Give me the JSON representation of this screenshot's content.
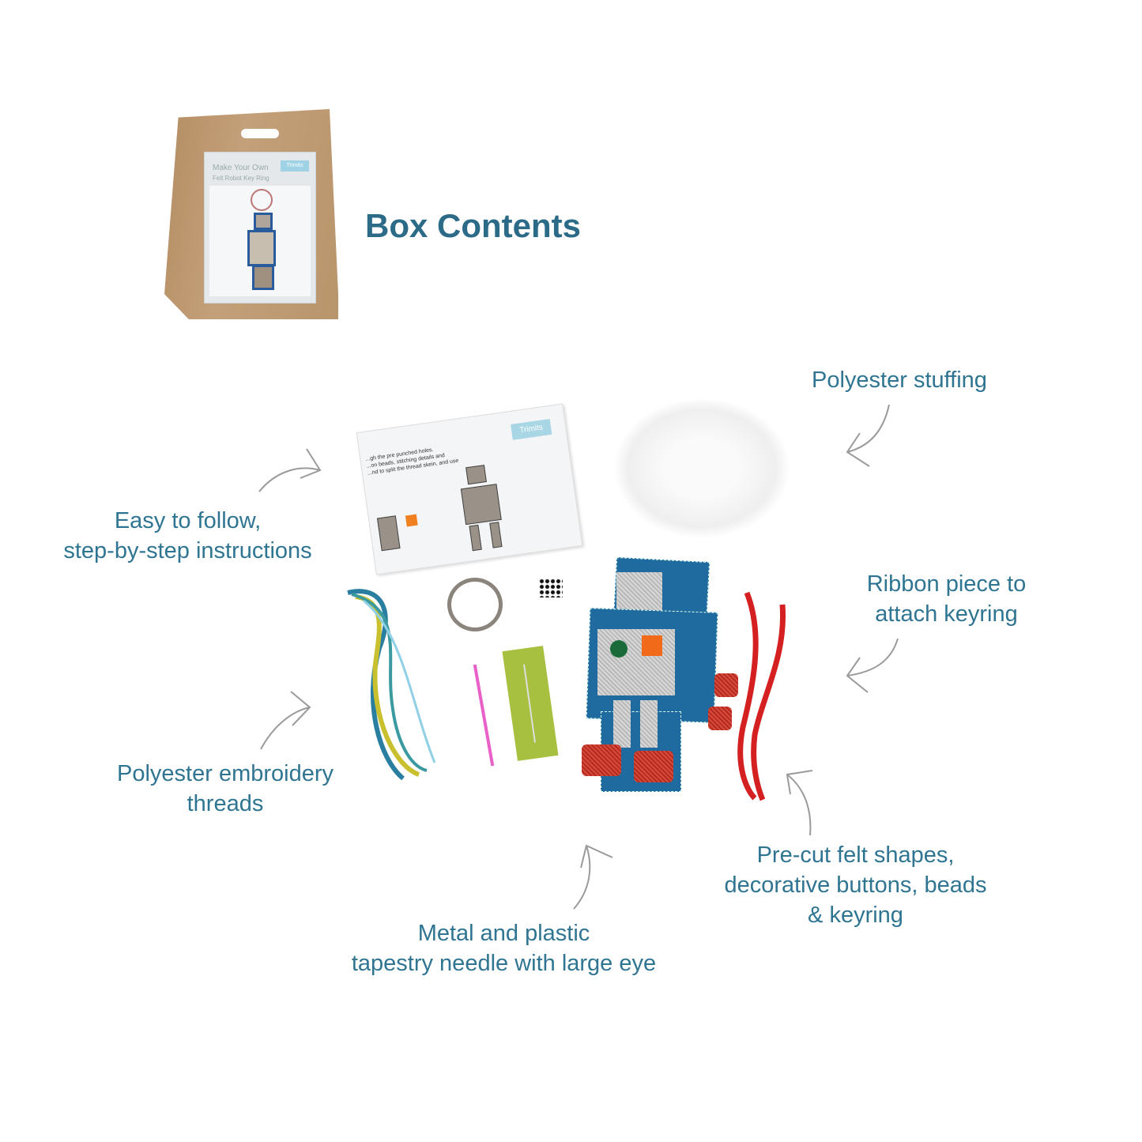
{
  "title": "Box Contents",
  "package": {
    "line1": "Make Your Own",
    "line2": "Felt Robot Key Ring",
    "brand": "Trimits"
  },
  "instructions_sheet": {
    "brand": "Trimits",
    "text": "...gh the pre punched holes.\n...on beads, stitching details and\n...nd to split the thread skein, and use"
  },
  "labels": {
    "instructions": [
      "Easy to follow,",
      "step-by-step instructions"
    ],
    "stuffing": [
      "Polyester stuffing"
    ],
    "ribbon": [
      "Ribbon piece to",
      "attach keyring"
    ],
    "threads": [
      "Polyester embroidery",
      "threads"
    ],
    "needle": [
      "Metal and plastic",
      "tapestry needle with large eye"
    ],
    "felt": [
      "Pre-cut felt shapes,",
      "decorative buttons, beads",
      "& keyring"
    ]
  },
  "colors": {
    "title": "#2c6b88",
    "label": "#2f7592",
    "arrow": "#9a9a9a",
    "felt_blue": "#1f6a9e",
    "ribbon_red": "#d42020"
  }
}
